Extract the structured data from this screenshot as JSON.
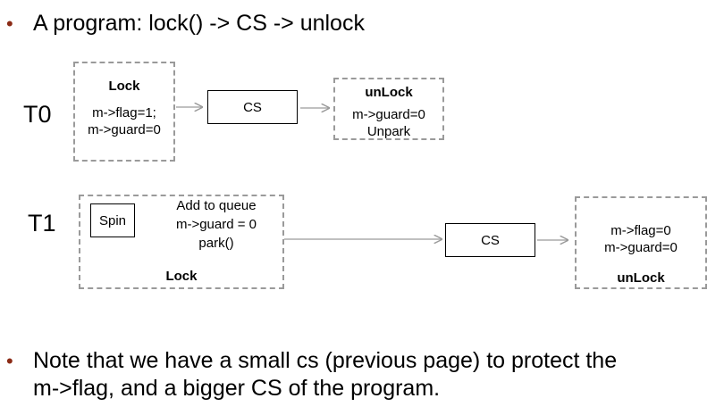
{
  "bullets": {
    "top": "A program: lock() -> CS -> unlock",
    "bottom_line1": "Note that we have a small cs (previous page) to protect the",
    "bottom_line2": "m->flag, and a bigger CS of the program."
  },
  "t0": {
    "label": "T0",
    "lock": {
      "title": "Lock",
      "line1": "m->flag=1;",
      "line2": "m->guard=0"
    },
    "cs": "CS",
    "unlock": {
      "title": "unLock",
      "line1": "m->guard=0",
      "line2": "Unpark"
    }
  },
  "t1": {
    "label": "T1",
    "lock": {
      "spin": "Spin",
      "line1": "Add to queue",
      "line2": "m->guard = 0",
      "line3": "park()",
      "title": "Lock"
    },
    "cs": "CS",
    "unlock": {
      "line1": "m->flag=0",
      "line2": "m->guard=0",
      "title": "unLock"
    }
  },
  "colors": {
    "bullet": "#8b2b16",
    "dashed_border": "#9a9a9a",
    "arrow": "#9a9a9a"
  }
}
